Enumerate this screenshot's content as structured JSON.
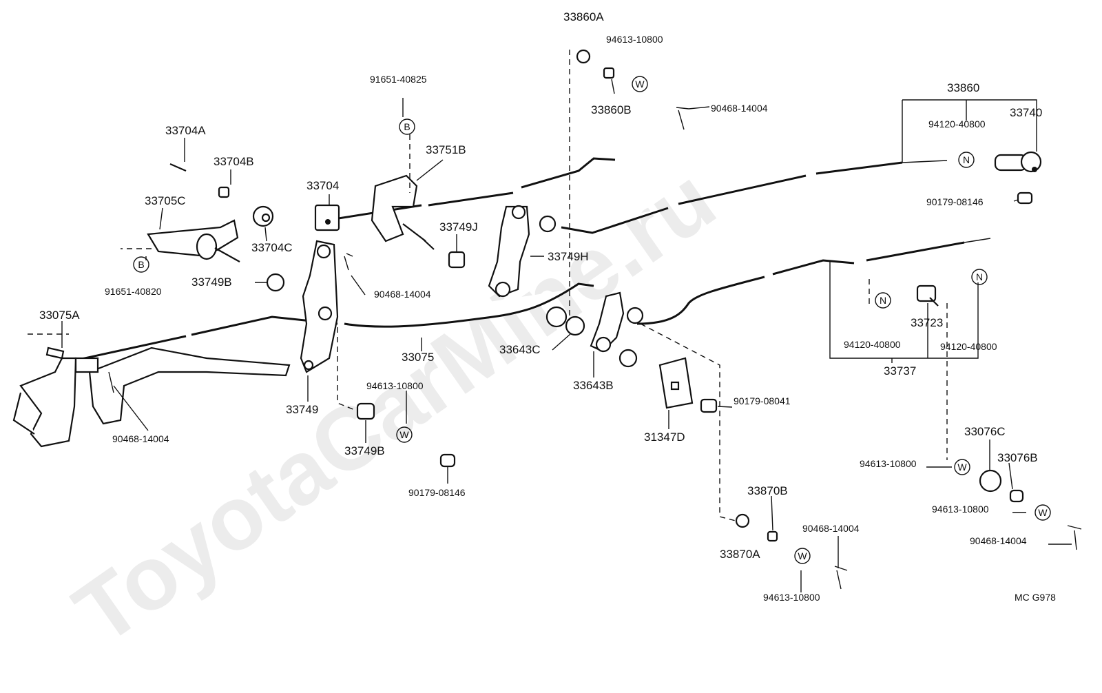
{
  "watermark": "ToyotaCarMine.ru",
  "code": "MC  G978",
  "symbols": {
    "W": "W",
    "B": "B",
    "N": "N"
  },
  "labels": {
    "p33860A": "33860A",
    "p94613_top": "94613-10800",
    "p33860B": "33860B",
    "p90468_top": "90468-14004",
    "p33860": "33860",
    "p33740": "33740",
    "p94120_top": "94120-40800",
    "p90179_right": "90179-08146",
    "p91651_a": "91651-40825",
    "p33751B": "33751B",
    "p33704A": "33704A",
    "p33704B": "33704B",
    "p33704": "33704",
    "p33705C": "33705C",
    "p33749J": "33749J",
    "p33704C": "33704C",
    "p33749H": "33749H",
    "p91651_b": "91651-40820",
    "p33749B_a": "33749B",
    "p90468_mid": "90468-14004",
    "p33075A": "33075A",
    "p33075": "33075",
    "p33643C": "33643C",
    "p33643B": "33643B",
    "p94120_a": "94120-40800",
    "p94120_b": "94120-40800",
    "p33723": "33723",
    "p33737": "33737",
    "p90468_left": "90468-14004",
    "p33749": "33749",
    "p94613_mid": "94613-10800",
    "p33749B_b": "33749B",
    "p90179_mid": "90179-08146",
    "p90179_08041": "90179-08041",
    "p31347D": "31347D",
    "p33076C": "33076C",
    "p94613_r1": "94613-10800",
    "p33076B": "33076B",
    "p94613_r2": "94613-10800",
    "p90468_r": "90468-14004",
    "p33870B": "33870B",
    "p90468_b": "90468-14004",
    "p33870A": "33870A",
    "p94613_b": "94613-10800"
  }
}
